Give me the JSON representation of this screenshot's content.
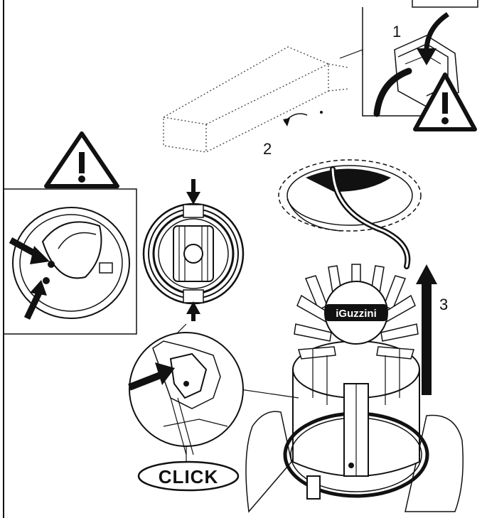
{
  "steps": {
    "step1": "1",
    "step2": "2",
    "step3": "3"
  },
  "click_label": "CLICK",
  "brand_label": "iGuzzini",
  "icons": {
    "warning": "warning-triangle-icon",
    "arrow": "arrow-icon"
  },
  "colors": {
    "ink": "#111111",
    "paper": "#ffffff",
    "shade": "#d9d9d9"
  }
}
